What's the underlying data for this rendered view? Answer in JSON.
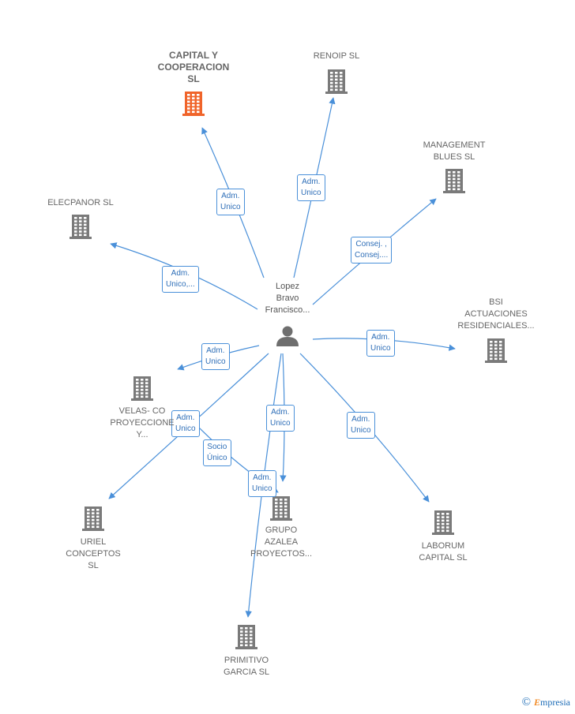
{
  "center": {
    "name": [
      "Lopez",
      "Bravo",
      "Francisco..."
    ],
    "icon": "person-icon"
  },
  "companies": [
    {
      "id": "capital",
      "name": [
        "CAPITAL Y",
        "COOPERACION",
        "SL"
      ],
      "highlight": true,
      "icon": "building-icon"
    },
    {
      "id": "renoip",
      "name": [
        "RENOIP SL"
      ],
      "highlight": false,
      "icon": "building-icon"
    },
    {
      "id": "management",
      "name": [
        "MANAGEMENT",
        "BLUES SL"
      ],
      "highlight": false,
      "icon": "building-icon"
    },
    {
      "id": "elecpanor",
      "name": [
        "ELECPANOR SL"
      ],
      "highlight": false,
      "icon": "building-icon"
    },
    {
      "id": "bsi",
      "name": [
        "BSI",
        "ACTUACIONES",
        "RESIDENCIALES..."
      ],
      "highlight": false,
      "icon": "building-icon"
    },
    {
      "id": "velas",
      "name": [
        "VELAS- CO",
        "PROYECCIONE",
        "Y..."
      ],
      "highlight": false,
      "icon": "building-icon"
    },
    {
      "id": "uriel",
      "name": [
        "URIEL",
        "CONCEPTOS",
        "SL"
      ],
      "highlight": false,
      "icon": "building-icon"
    },
    {
      "id": "grupo",
      "name": [
        "GRUPO",
        "AZALEA",
        "PROYECTOS..."
      ],
      "highlight": false,
      "icon": "building-icon"
    },
    {
      "id": "laborum",
      "name": [
        "LABORUM",
        "CAPITAL SL"
      ],
      "highlight": false,
      "icon": "building-icon"
    },
    {
      "id": "primitivo",
      "name": [
        "PRIMITIVO",
        "GARCIA SL"
      ],
      "highlight": false,
      "icon": "building-icon"
    }
  ],
  "relations": [
    {
      "to": "capital",
      "label": [
        "Adm.",
        "Unico"
      ]
    },
    {
      "to": "renoip",
      "label": [
        "Adm.",
        "Unico"
      ]
    },
    {
      "to": "management",
      "label": [
        "Consej. ,",
        "Consej...."
      ]
    },
    {
      "to": "elecpanor",
      "label": [
        "Adm.",
        "Unico,..."
      ]
    },
    {
      "to": "bsi",
      "label": [
        "Adm.",
        "Unico"
      ]
    },
    {
      "to": "velas",
      "label": [
        "Adm.",
        "Unico"
      ]
    },
    {
      "to": "uriel",
      "label": [
        "Adm.",
        "Unico"
      ]
    },
    {
      "to": "grupo",
      "label": [
        "Adm.",
        "Unico"
      ]
    },
    {
      "to": "grupo",
      "label": [
        "Socio",
        "Único"
      ]
    },
    {
      "to": "laborum",
      "label": [
        "Adm.",
        "Unico"
      ]
    },
    {
      "to": "primitivo",
      "label": [
        "Adm.",
        "Unico"
      ]
    }
  ],
  "colors": {
    "edge": "#4a90d9",
    "building": "#7a7a7a",
    "building_highlight": "#f0642a",
    "person": "#6e6e6e"
  },
  "footer": {
    "copyright_symbol": "©",
    "brand_first": "E",
    "brand_rest": "mpresia"
  }
}
